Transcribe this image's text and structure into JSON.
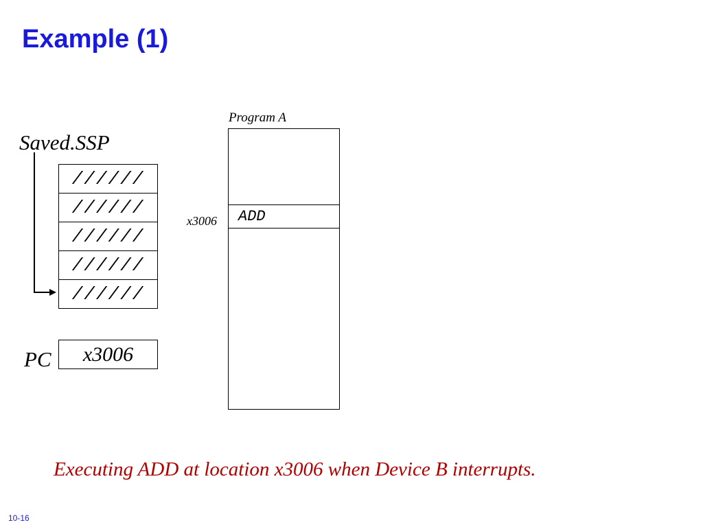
{
  "title": "Example (1)",
  "saved_ssp_label": "Saved.SSP",
  "stack_cells": [
    "//////",
    "//////",
    "//////",
    "//////",
    "//////"
  ],
  "pc_label": "PC",
  "pc_value": "x3006",
  "program": {
    "label": "Program A",
    "address_label": "x3006",
    "instruction": "ADD"
  },
  "caption": "Executing ADD at location x3006 when Device B interrupts.",
  "slide_number": "10-16",
  "colors": {
    "title": "#1a1adb",
    "caption": "#b00000"
  }
}
